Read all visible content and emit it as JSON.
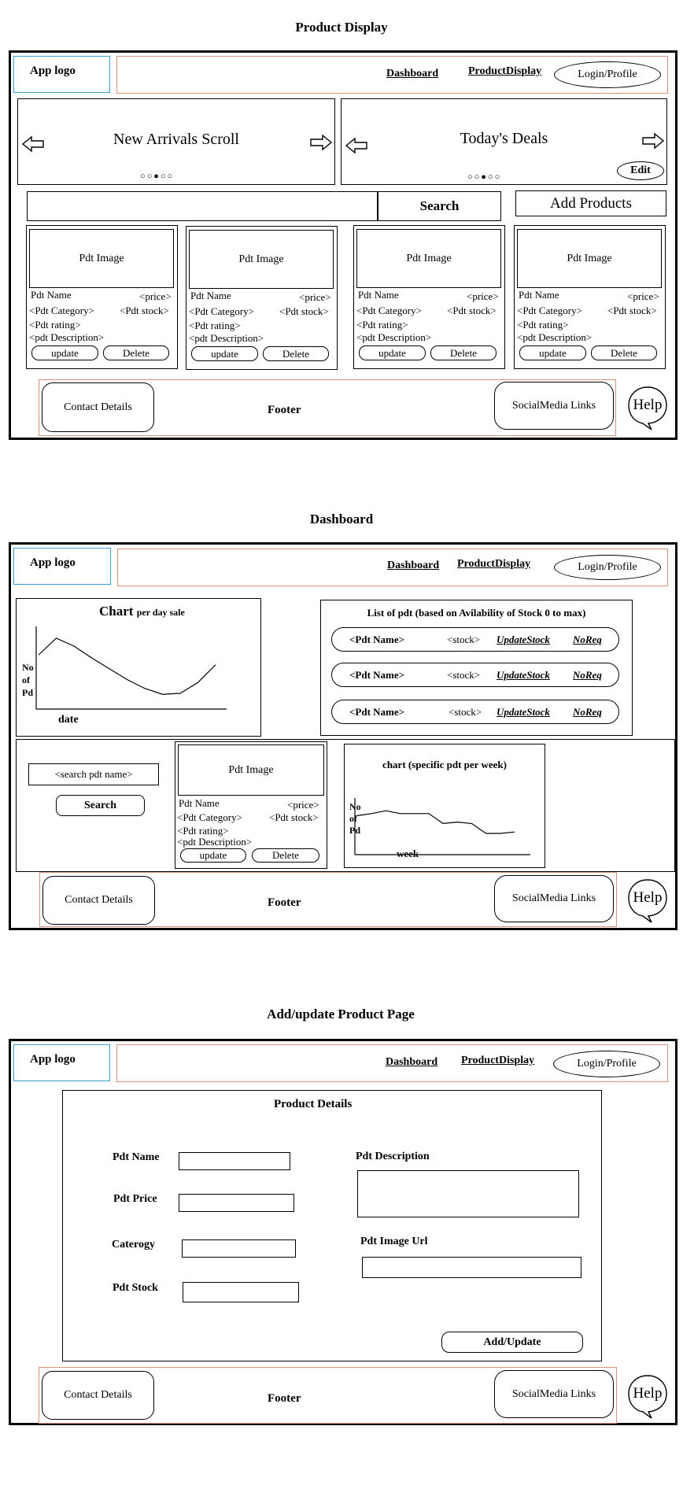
{
  "nav": {
    "logo": "App logo",
    "dashboard": "Dashboard",
    "product_display": "ProductDisplay",
    "login": "Login/Profile"
  },
  "footer": {
    "contact": "Contact Details",
    "footer": "Footer",
    "social": "SocialMedia Links",
    "help": "Help"
  },
  "page1": {
    "title": "Product Display",
    "new_arrivals": "New Arrivals Scroll",
    "todays_deals": "Today's Deals",
    "edit": "Edit",
    "dots": "○○●○○",
    "search": "Search",
    "add_products": "Add Products",
    "cards": [
      {
        "image": "Pdt Image",
        "name": "Pdt Name",
        "price": "<price>",
        "category": "<Pdt Category>",
        "stock": "<Pdt stock>",
        "rating": "<Pdt rating>",
        "description": "<pdt Description>",
        "update": "update",
        "delete": "Delete"
      },
      {
        "image": "Pdt Image",
        "name": "Pdt Name",
        "price": "<price>",
        "category": "<Pdt Category>",
        "stock": "<Pdt stock>",
        "rating": "<Pdt rating>",
        "description": "<pdt Description>",
        "update": "update",
        "delete": "Delete"
      },
      {
        "image": "Pdt Image",
        "name": "Pdt Name",
        "price": "<price>",
        "category": "<Pdt Category>",
        "stock": "<Pdt stock>",
        "rating": "<Pdt rating>",
        "description": "<pdt Description>",
        "update": "update",
        "delete": "Delete"
      },
      {
        "image": "Pdt Image",
        "name": "Pdt Name",
        "price": "<price>",
        "category": "<Pdt Category>",
        "stock": "<Pdt stock>",
        "rating": "<Pdt rating>",
        "description": "<pdt Description>",
        "update": "update",
        "delete": "Delete"
      }
    ]
  },
  "page2": {
    "title": "Dashboard",
    "chart_title": "Chart",
    "chart_subtitle": "per day sale",
    "chart_ylabel": [
      "No",
      "of",
      "Pd"
    ],
    "chart_xlabel": "date",
    "list_title": "List of pdt (based on Avilability of Stock 0 to max)",
    "rows": [
      {
        "name": "<Pdt Name>",
        "stock": "<stock>",
        "update": "UpdateStock",
        "noreq": "NoReq"
      },
      {
        "name": "<Pdt Name>",
        "stock": "<stock>",
        "update": "UpdateStock",
        "noreq": "NoReq"
      },
      {
        "name": "<Pdt Name>",
        "stock": "<stock>",
        "update": "UpdateStock",
        "noreq": "NoReq"
      }
    ],
    "search_placeholder": "<search pdt name>",
    "search": "Search",
    "card": {
      "image": "Pdt Image",
      "name": "Pdt Name",
      "price": "<price>",
      "category": "<Pdt Category>",
      "stock": "<Pdt stock>",
      "rating": "<Pdt rating>",
      "description": "<pdt Description>",
      "update": "update",
      "delete": "Delete"
    },
    "chart2_title": "chart (specific pdt per week)",
    "chart2_ylabel": [
      "No",
      "of",
      "Pd"
    ],
    "chart2_xlabel": "week"
  },
  "page3": {
    "title": "Add/update Product Page",
    "section": "Product Details",
    "name": "Pdt Name",
    "price": "Pdt Price",
    "category": "Caterogy",
    "stock": "Pdt Stock",
    "description": "Pdt Description",
    "image_url": "Pdt Image Url",
    "submit": "Add/Update"
  },
  "chart_data": [
    {
      "type": "line",
      "title": "Chart",
      "subtitle": "per day sale",
      "ylabel": "No of Pd",
      "xlabel": "date",
      "x": [
        0,
        1,
        2,
        3,
        4,
        5,
        6,
        7,
        8,
        9,
        10
      ],
      "y": [
        55,
        72,
        64,
        52,
        41,
        30,
        21,
        15,
        16,
        27,
        45
      ]
    },
    {
      "type": "line",
      "title": "chart (specific pdt per week)",
      "ylabel": "No of Pd",
      "xlabel": "week",
      "x": [
        0,
        1,
        2,
        3,
        4,
        5,
        6,
        7,
        8,
        9,
        10,
        11
      ],
      "y": [
        55,
        58,
        62,
        58,
        58,
        58,
        44,
        46,
        44,
        30,
        30,
        32
      ]
    }
  ]
}
